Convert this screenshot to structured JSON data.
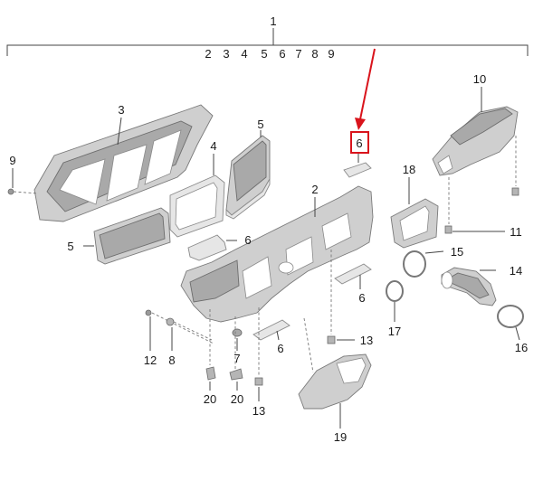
{
  "callouts": {
    "top": "1",
    "group": [
      "2",
      "3",
      "4",
      "5",
      "6",
      "7",
      "8",
      "9"
    ],
    "highlight": "6",
    "c3": "3",
    "c4": "4",
    "c5a": "5",
    "c5b": "5",
    "c6a": "6",
    "c6b": "6",
    "c6c": "6",
    "c9": "9",
    "c2": "2",
    "c7": "7",
    "c8": "8",
    "c10": "10",
    "c11": "11",
    "c12": "12",
    "c13a": "13",
    "c13b": "13",
    "c14": "14",
    "c15": "15",
    "c16": "16",
    "c17": "17",
    "c18": "18",
    "c19": "19",
    "c20a": "20",
    "c20b": "20"
  },
  "colors": {
    "highlight_box": "#d9141c",
    "arrow": "#d9141c",
    "part_fill": "#cfcfcf",
    "part_stroke": "#7a7a7a"
  }
}
